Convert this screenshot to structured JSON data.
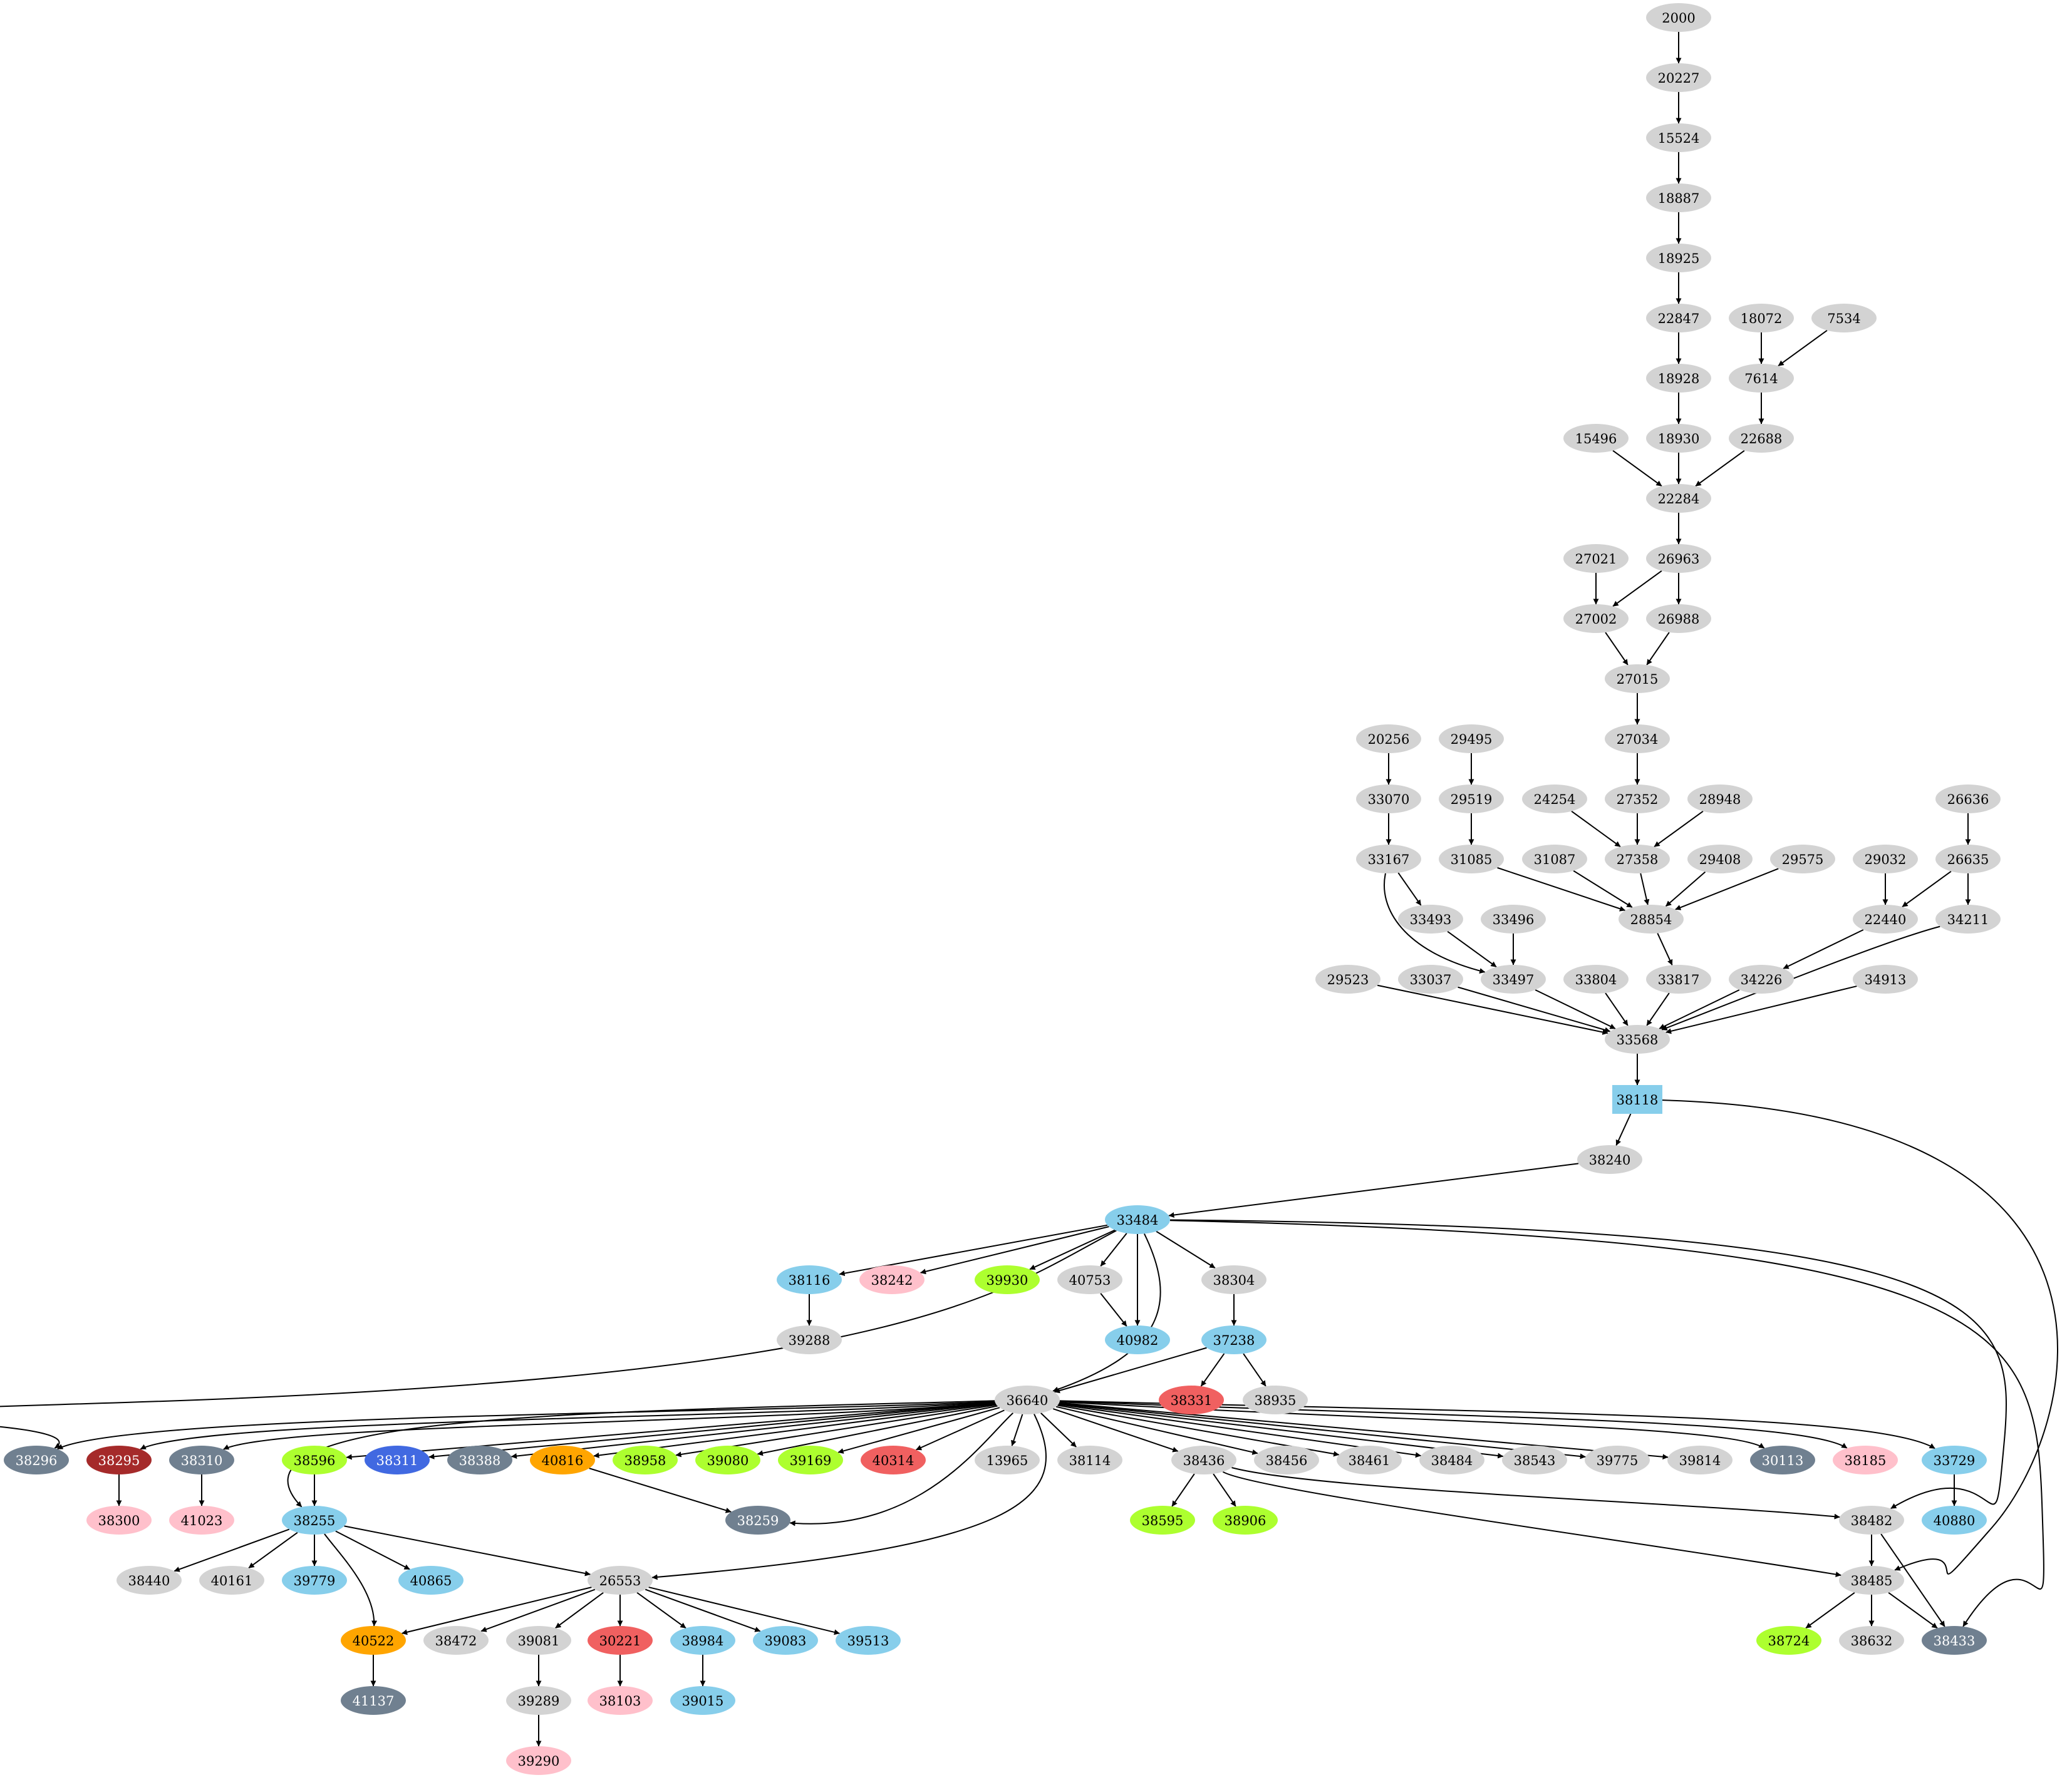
{
  "palette": {
    "gray": "#d3d3d3",
    "skyblue": "#87ceeb",
    "pink": "#ffc0cb",
    "greenyellow": "#adff2f",
    "slategray": "#708090",
    "brown": "#a52a2a",
    "royalblue": "#4169e1",
    "orange": "#ffa500",
    "red": "#f06060",
    "edge": "#000000",
    "text_dark": "#000000",
    "text_light": "#ffffff"
  },
  "nodes": [
    {
      "id": "2000",
      "label": "2000",
      "color": "gray"
    },
    {
      "id": "20227",
      "label": "20227",
      "color": "gray"
    },
    {
      "id": "15524",
      "label": "15524",
      "color": "gray"
    },
    {
      "id": "18887",
      "label": "18887",
      "color": "gray"
    },
    {
      "id": "18925",
      "label": "18925",
      "color": "gray"
    },
    {
      "id": "22847",
      "label": "22847",
      "color": "gray"
    },
    {
      "id": "18072",
      "label": "18072",
      "color": "gray"
    },
    {
      "id": "7534",
      "label": "7534",
      "color": "gray"
    },
    {
      "id": "18928",
      "label": "18928",
      "color": "gray"
    },
    {
      "id": "7614",
      "label": "7614",
      "color": "gray"
    },
    {
      "id": "15496",
      "label": "15496",
      "color": "gray"
    },
    {
      "id": "18930",
      "label": "18930",
      "color": "gray"
    },
    {
      "id": "22688",
      "label": "22688",
      "color": "gray"
    },
    {
      "id": "22284",
      "label": "22284",
      "color": "gray"
    },
    {
      "id": "27021",
      "label": "27021",
      "color": "gray"
    },
    {
      "id": "26963",
      "label": "26963",
      "color": "gray"
    },
    {
      "id": "27002",
      "label": "27002",
      "color": "gray"
    },
    {
      "id": "26988",
      "label": "26988",
      "color": "gray"
    },
    {
      "id": "27015",
      "label": "27015",
      "color": "gray"
    },
    {
      "id": "20256",
      "label": "20256",
      "color": "gray"
    },
    {
      "id": "29495",
      "label": "29495",
      "color": "gray"
    },
    {
      "id": "27034",
      "label": "27034",
      "color": "gray"
    },
    {
      "id": "33070",
      "label": "33070",
      "color": "gray"
    },
    {
      "id": "29519",
      "label": "29519",
      "color": "gray"
    },
    {
      "id": "24254",
      "label": "24254",
      "color": "gray"
    },
    {
      "id": "27352",
      "label": "27352",
      "color": "gray"
    },
    {
      "id": "28948",
      "label": "28948",
      "color": "gray"
    },
    {
      "id": "26636",
      "label": "26636",
      "color": "gray"
    },
    {
      "id": "33167",
      "label": "33167",
      "color": "gray"
    },
    {
      "id": "31085",
      "label": "31085",
      "color": "gray"
    },
    {
      "id": "31087",
      "label": "31087",
      "color": "gray"
    },
    {
      "id": "27358",
      "label": "27358",
      "color": "gray"
    },
    {
      "id": "29408",
      "label": "29408",
      "color": "gray"
    },
    {
      "id": "29575",
      "label": "29575",
      "color": "gray"
    },
    {
      "id": "29032",
      "label": "29032",
      "color": "gray"
    },
    {
      "id": "26635",
      "label": "26635",
      "color": "gray"
    },
    {
      "id": "33493",
      "label": "33493",
      "color": "gray"
    },
    {
      "id": "33496",
      "label": "33496",
      "color": "gray"
    },
    {
      "id": "28854",
      "label": "28854",
      "color": "gray"
    },
    {
      "id": "22440",
      "label": "22440",
      "color": "gray"
    },
    {
      "id": "34211",
      "label": "34211",
      "color": "gray"
    },
    {
      "id": "29523",
      "label": "29523",
      "color": "gray"
    },
    {
      "id": "33037",
      "label": "33037",
      "color": "gray"
    },
    {
      "id": "33497",
      "label": "33497",
      "color": "gray"
    },
    {
      "id": "33804",
      "label": "33804",
      "color": "gray"
    },
    {
      "id": "33817",
      "label": "33817",
      "color": "gray"
    },
    {
      "id": "34226",
      "label": "34226",
      "color": "gray"
    },
    {
      "id": "34913",
      "label": "34913",
      "color": "gray"
    },
    {
      "id": "33568",
      "label": "33568",
      "color": "gray"
    },
    {
      "id": "38118",
      "label": "38118",
      "color": "skyblue",
      "shape": "box"
    },
    {
      "id": "38240",
      "label": "38240",
      "color": "gray"
    },
    {
      "id": "33484",
      "label": "33484",
      "color": "skyblue"
    },
    {
      "id": "38116",
      "label": "38116",
      "color": "skyblue"
    },
    {
      "id": "38242",
      "label": "38242",
      "color": "pink"
    },
    {
      "id": "39930",
      "label": "39930",
      "color": "greenyellow"
    },
    {
      "id": "40753",
      "label": "40753",
      "color": "gray"
    },
    {
      "id": "38304",
      "label": "38304",
      "color": "gray"
    },
    {
      "id": "39288",
      "label": "39288",
      "color": "gray"
    },
    {
      "id": "40982",
      "label": "40982",
      "color": "skyblue"
    },
    {
      "id": "37238",
      "label": "37238",
      "color": "skyblue"
    },
    {
      "id": "36640",
      "label": "36640",
      "color": "gray"
    },
    {
      "id": "38331",
      "label": "38331",
      "color": "red"
    },
    {
      "id": "38935",
      "label": "38935",
      "color": "gray"
    },
    {
      "id": "38296",
      "label": "38296",
      "color": "slategray"
    },
    {
      "id": "38295",
      "label": "38295",
      "color": "brown"
    },
    {
      "id": "38310",
      "label": "38310",
      "color": "slategray"
    },
    {
      "id": "38596",
      "label": "38596",
      "color": "greenyellow"
    },
    {
      "id": "38311",
      "label": "38311",
      "color": "royalblue"
    },
    {
      "id": "38388",
      "label": "38388",
      "color": "slategray"
    },
    {
      "id": "40816",
      "label": "40816",
      "color": "orange"
    },
    {
      "id": "38958",
      "label": "38958",
      "color": "greenyellow"
    },
    {
      "id": "39080",
      "label": "39080",
      "color": "greenyellow"
    },
    {
      "id": "39169",
      "label": "39169",
      "color": "greenyellow"
    },
    {
      "id": "40314",
      "label": "40314",
      "color": "red"
    },
    {
      "id": "13965",
      "label": "13965",
      "color": "gray"
    },
    {
      "id": "38114",
      "label": "38114",
      "color": "gray"
    },
    {
      "id": "38436",
      "label": "38436",
      "color": "gray"
    },
    {
      "id": "38456",
      "label": "38456",
      "color": "gray"
    },
    {
      "id": "38461",
      "label": "38461",
      "color": "gray"
    },
    {
      "id": "38484",
      "label": "38484",
      "color": "gray"
    },
    {
      "id": "38543",
      "label": "38543",
      "color": "gray"
    },
    {
      "id": "39775",
      "label": "39775",
      "color": "gray"
    },
    {
      "id": "39814",
      "label": "39814",
      "color": "gray"
    },
    {
      "id": "30113",
      "label": "30113",
      "color": "slategray"
    },
    {
      "id": "38185",
      "label": "38185",
      "color": "pink"
    },
    {
      "id": "33729",
      "label": "33729",
      "color": "skyblue"
    },
    {
      "id": "38300",
      "label": "38300",
      "color": "pink"
    },
    {
      "id": "41023",
      "label": "41023",
      "color": "pink"
    },
    {
      "id": "38255",
      "label": "38255",
      "color": "skyblue"
    },
    {
      "id": "38259",
      "label": "38259",
      "color": "slategray"
    },
    {
      "id": "38595",
      "label": "38595",
      "color": "greenyellow"
    },
    {
      "id": "38906",
      "label": "38906",
      "color": "greenyellow"
    },
    {
      "id": "38482",
      "label": "38482",
      "color": "gray"
    },
    {
      "id": "40880",
      "label": "40880",
      "color": "skyblue"
    },
    {
      "id": "38440",
      "label": "38440",
      "color": "gray"
    },
    {
      "id": "40161",
      "label": "40161",
      "color": "gray"
    },
    {
      "id": "39779",
      "label": "39779",
      "color": "skyblue"
    },
    {
      "id": "40865",
      "label": "40865",
      "color": "skyblue"
    },
    {
      "id": "26553",
      "label": "26553",
      "color": "gray"
    },
    {
      "id": "38485",
      "label": "38485",
      "color": "gray"
    },
    {
      "id": "40522",
      "label": "40522",
      "color": "orange"
    },
    {
      "id": "38472",
      "label": "38472",
      "color": "gray"
    },
    {
      "id": "39081",
      "label": "39081",
      "color": "gray"
    },
    {
      "id": "30221",
      "label": "30221",
      "color": "red"
    },
    {
      "id": "38984",
      "label": "38984",
      "color": "skyblue"
    },
    {
      "id": "39083",
      "label": "39083",
      "color": "skyblue"
    },
    {
      "id": "39513",
      "label": "39513",
      "color": "skyblue"
    },
    {
      "id": "38724",
      "label": "38724",
      "color": "greenyellow"
    },
    {
      "id": "38632",
      "label": "38632",
      "color": "gray"
    },
    {
      "id": "38433",
      "label": "38433",
      "color": "slategray"
    },
    {
      "id": "41137",
      "label": "41137",
      "color": "slategray"
    },
    {
      "id": "39289",
      "label": "39289",
      "color": "gray"
    },
    {
      "id": "38103",
      "label": "38103",
      "color": "pink"
    },
    {
      "id": "39015",
      "label": "39015",
      "color": "skyblue"
    },
    {
      "id": "39290",
      "label": "39290",
      "color": "pink"
    }
  ],
  "edges": [
    [
      "2000",
      "20227"
    ],
    [
      "20227",
      "15524"
    ],
    [
      "15524",
      "18887"
    ],
    [
      "18887",
      "18925"
    ],
    [
      "18925",
      "22847"
    ],
    [
      "22847",
      "18928"
    ],
    [
      "18928",
      "18930"
    ],
    [
      "18072",
      "7614"
    ],
    [
      "7534",
      "7614"
    ],
    [
      "7614",
      "22688"
    ],
    [
      "15496",
      "22284"
    ],
    [
      "18930",
      "22284"
    ],
    [
      "22688",
      "22284"
    ],
    [
      "22284",
      "26963"
    ],
    [
      "27021",
      "27002"
    ],
    [
      "26963",
      "27002"
    ],
    [
      "26963",
      "26988"
    ],
    [
      "27002",
      "27015"
    ],
    [
      "26988",
      "27015"
    ],
    [
      "27015",
      "27034"
    ],
    [
      "27034",
      "27352"
    ],
    [
      "20256",
      "33070"
    ],
    [
      "29495",
      "29519"
    ],
    [
      "33070",
      "33167"
    ],
    [
      "29519",
      "31085"
    ],
    [
      "24254",
      "27358"
    ],
    [
      "27352",
      "27358"
    ],
    [
      "28948",
      "27358"
    ],
    [
      "26636",
      "26635"
    ],
    [
      "33167",
      "33493"
    ],
    [
      "33167",
      "33497"
    ],
    [
      "33493",
      "33497"
    ],
    [
      "33496",
      "33497"
    ],
    [
      "31085",
      "28854"
    ],
    [
      "31087",
      "28854"
    ],
    [
      "27358",
      "28854"
    ],
    [
      "29408",
      "28854"
    ],
    [
      "29575",
      "28854"
    ],
    [
      "29032",
      "22440"
    ],
    [
      "26635",
      "22440"
    ],
    [
      "26635",
      "34211"
    ],
    [
      "28854",
      "33817"
    ],
    [
      "22440",
      "34226"
    ],
    [
      "29523",
      "33568"
    ],
    [
      "33037",
      "33568"
    ],
    [
      "33497",
      "33568"
    ],
    [
      "33804",
      "33568"
    ],
    [
      "33817",
      "33568"
    ],
    [
      "34226",
      "33568"
    ],
    [
      "34913",
      "33568"
    ],
    [
      "34211",
      "33568"
    ],
    [
      "33568",
      "38118"
    ],
    [
      "38118",
      "38240"
    ],
    [
      "38118",
      "38485"
    ],
    [
      "38240",
      "33484"
    ],
    [
      "33484",
      "38116"
    ],
    [
      "33484",
      "38242"
    ],
    [
      "33484",
      "39930"
    ],
    [
      "33484",
      "40753"
    ],
    [
      "33484",
      "40982"
    ],
    [
      "33484",
      "38304"
    ],
    [
      "33484",
      "36640"
    ],
    [
      "33484",
      "38296"
    ],
    [
      "33484",
      "38482"
    ],
    [
      "33484",
      "38433"
    ],
    [
      "38116",
      "39288"
    ],
    [
      "40753",
      "40982"
    ],
    [
      "38304",
      "37238"
    ],
    [
      "37238",
      "36640"
    ],
    [
      "37238",
      "38331"
    ],
    [
      "37238",
      "38935"
    ],
    [
      "36640",
      "38296"
    ],
    [
      "36640",
      "38295"
    ],
    [
      "36640",
      "38310"
    ],
    [
      "36640",
      "38596"
    ],
    [
      "36640",
      "38311"
    ],
    [
      "36640",
      "38388"
    ],
    [
      "36640",
      "40816"
    ],
    [
      "36640",
      "38958"
    ],
    [
      "36640",
      "39080"
    ],
    [
      "36640",
      "39169"
    ],
    [
      "36640",
      "40314"
    ],
    [
      "36640",
      "13965"
    ],
    [
      "36640",
      "38114"
    ],
    [
      "36640",
      "38436"
    ],
    [
      "36640",
      "38456"
    ],
    [
      "36640",
      "38461"
    ],
    [
      "36640",
      "38484"
    ],
    [
      "36640",
      "38543"
    ],
    [
      "36640",
      "39775"
    ],
    [
      "36640",
      "39814"
    ],
    [
      "36640",
      "30113"
    ],
    [
      "36640",
      "38185"
    ],
    [
      "36640",
      "33729"
    ],
    [
      "36640",
      "38255"
    ],
    [
      "36640",
      "38259"
    ],
    [
      "36640",
      "26553"
    ],
    [
      "38295",
      "38300"
    ],
    [
      "38310",
      "41023"
    ],
    [
      "38596",
      "38255"
    ],
    [
      "40816",
      "38259"
    ],
    [
      "38436",
      "38595"
    ],
    [
      "38436",
      "38906"
    ],
    [
      "38436",
      "38482"
    ],
    [
      "38436",
      "38485"
    ],
    [
      "33729",
      "40880"
    ],
    [
      "38255",
      "38440"
    ],
    [
      "38255",
      "40161"
    ],
    [
      "38255",
      "39779"
    ],
    [
      "38255",
      "40865"
    ],
    [
      "38255",
      "26553"
    ],
    [
      "38255",
      "40522"
    ],
    [
      "38482",
      "38485"
    ],
    [
      "38482",
      "38433"
    ],
    [
      "26553",
      "40522"
    ],
    [
      "26553",
      "38472"
    ],
    [
      "26553",
      "39081"
    ],
    [
      "26553",
      "30221"
    ],
    [
      "26553",
      "38984"
    ],
    [
      "26553",
      "39083"
    ],
    [
      "26553",
      "39513"
    ],
    [
      "38485",
      "38724"
    ],
    [
      "38485",
      "38632"
    ],
    [
      "38485",
      "38433"
    ],
    [
      "40522",
      "41137"
    ],
    [
      "39081",
      "39289"
    ],
    [
      "30221",
      "38103"
    ],
    [
      "38984",
      "39015"
    ],
    [
      "39289",
      "39290"
    ]
  ]
}
